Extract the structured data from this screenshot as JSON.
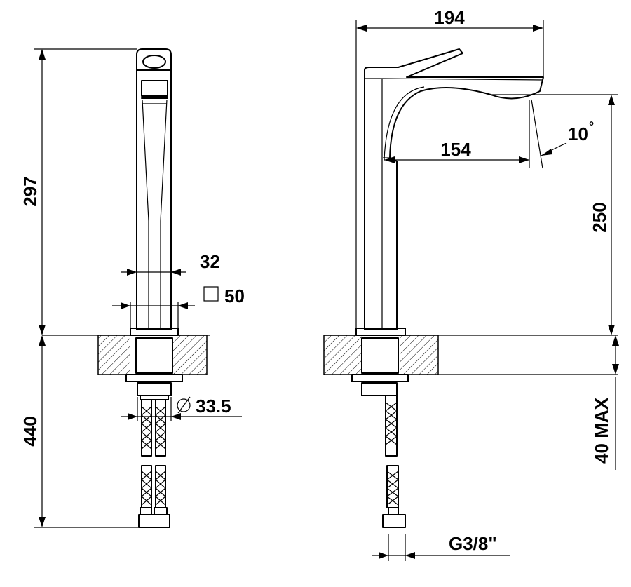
{
  "dimensions": {
    "total_height": "297",
    "below_deck": "440",
    "body_width": "32",
    "base_square": "50",
    "shank_diameter": "33.5",
    "spout_reach_total": "194",
    "spout_reach": "154",
    "spout_angle": "10",
    "spout_height": "250",
    "deck_thickness": "40 MAX",
    "connection": "G3/8\""
  },
  "symbols": {
    "degree": "°"
  },
  "colors": {
    "line": "#000000",
    "background": "#ffffff"
  }
}
